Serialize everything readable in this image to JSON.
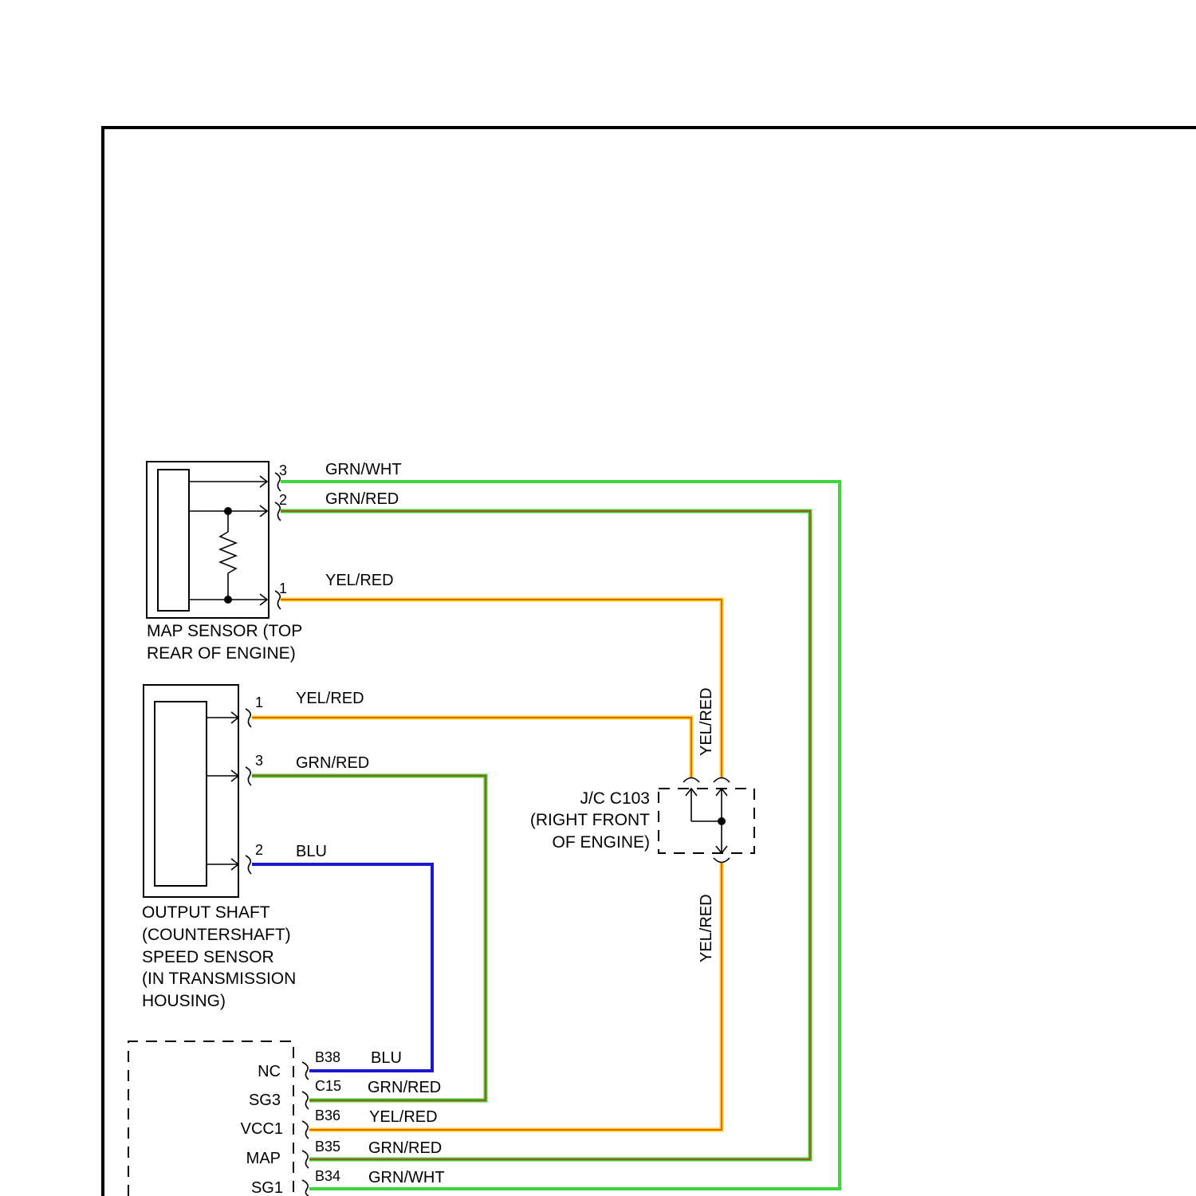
{
  "colors": {
    "grn_wht": "#3fd43f",
    "grn_red_outer": "#45cc33",
    "grn_red_inner": "#b33a1a",
    "yel_red_outer": "#ffd21a",
    "yel_red_inner": "#d2401a",
    "blu": "#1a1acc"
  },
  "map_sensor": {
    "label_line1": "MAP SENSOR (TOP",
    "label_line2": "REAR OF ENGINE)",
    "pins": [
      {
        "number": "3",
        "wire": "GRN/WHT"
      },
      {
        "number": "2",
        "wire": "GRN/RED"
      },
      {
        "number": "1",
        "wire": "YEL/RED"
      }
    ]
  },
  "speed_sensor": {
    "label_lines": [
      "OUTPUT SHAFT",
      "(COUNTERSHAFT)",
      "SPEED SENSOR",
      "(IN TRANSMISSION",
      "HOUSING)"
    ],
    "pins": [
      {
        "number": "1",
        "wire": "YEL/RED"
      },
      {
        "number": "3",
        "wire": "GRN/RED"
      },
      {
        "number": "2",
        "wire": "BLU"
      }
    ]
  },
  "junction": {
    "label_lines": [
      "J/C C103",
      "(RIGHT FRONT",
      "OF ENGINE)"
    ],
    "wire_top": "YEL/RED",
    "wire_bottom": "YEL/RED"
  },
  "ecm": {
    "terminals": [
      {
        "signal": "NC",
        "pin": "B38",
        "wire": "BLU"
      },
      {
        "signal": "SG3",
        "pin": "C15",
        "wire": "GRN/RED"
      },
      {
        "signal": "VCC1",
        "pin": "B36",
        "wire": "YEL/RED"
      },
      {
        "signal": "MAP",
        "pin": "B35",
        "wire": "GRN/RED"
      },
      {
        "signal": "SG1",
        "pin": "B34",
        "wire": "GRN/WHT"
      }
    ]
  }
}
